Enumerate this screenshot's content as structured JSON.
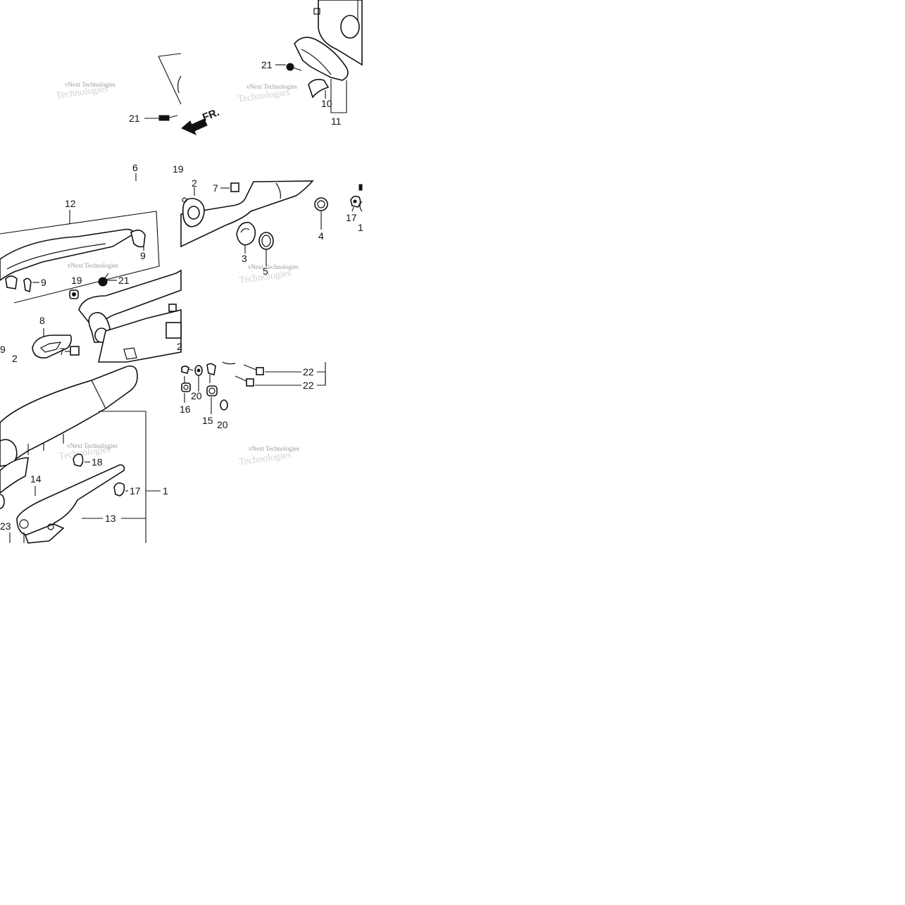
{
  "diagram": {
    "direction_label": "FR.",
    "watermark_text": "vNext Technologies",
    "callouts": {
      "c1": "21",
      "c2": "10",
      "c3": "11",
      "c4": "21",
      "c5": "6",
      "c6": "19",
      "c7": "12",
      "c8": "9",
      "c9": "9",
      "c10": "19",
      "c11": "21",
      "c12": "8",
      "c13": "7",
      "c14": "9",
      "c15": "2",
      "c16": "2",
      "c17": "7",
      "c18": "4",
      "c19": "17",
      "c20": "1",
      "c21": "3",
      "c22": "5",
      "c23": "2",
      "c24": "22",
      "c25": "22",
      "c26": "20",
      "c27": "16",
      "c28": "15",
      "c29": "20",
      "c30": "18",
      "c31": "14",
      "c32": "17",
      "c33": "1",
      "c34": "13",
      "c35": "23"
    },
    "colors": {
      "ink": "#111111",
      "paper": "#ffffff",
      "watermark": "#9a9a9a"
    }
  }
}
